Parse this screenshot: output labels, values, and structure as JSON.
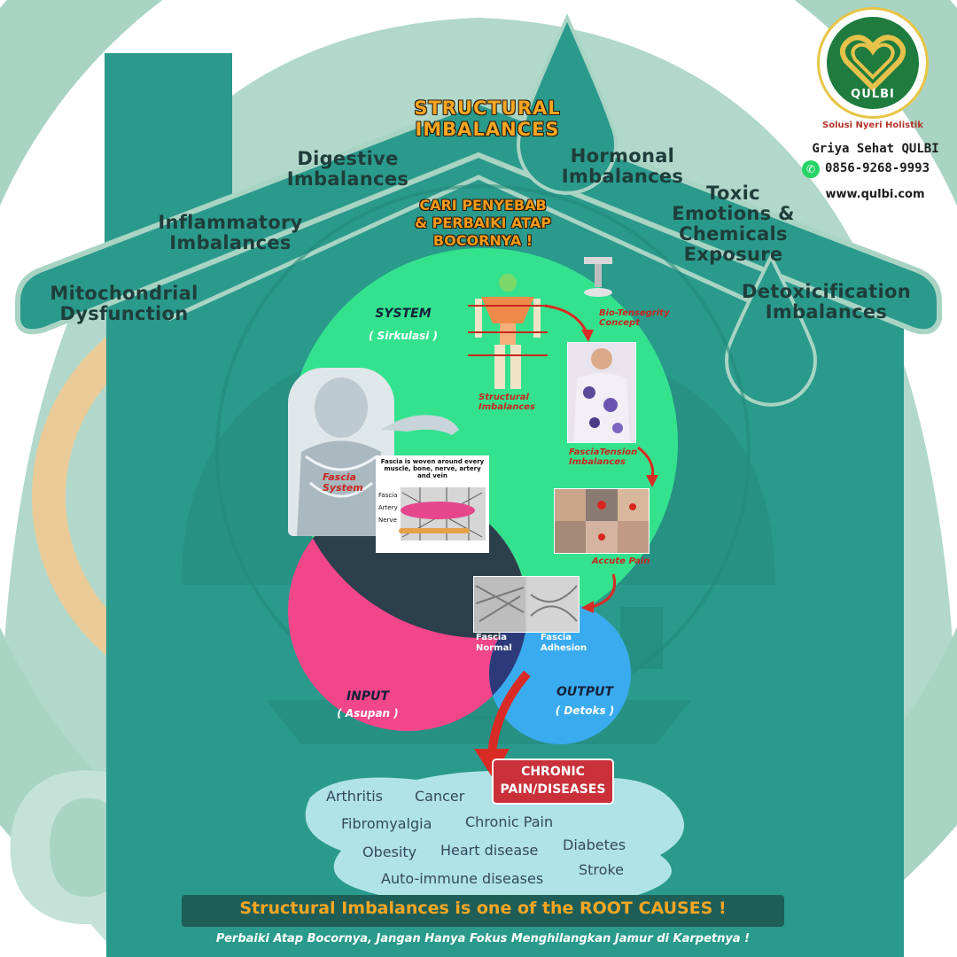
{
  "brand": {
    "name": "QULBI",
    "tagline": "Solusi Nyeri Holistik",
    "clinic": "Griya Sehat QULBI",
    "phone": "0856-9268-9993",
    "website": "www.qulbi.com",
    "icons": {
      "phone": "whatsapp-icon",
      "logo": "heart-logo-icon"
    }
  },
  "roof": {
    "top_title": [
      "STRUCTURAL",
      "IMBALANCES"
    ],
    "subtitle": [
      "CARI PENYEBAB",
      "& PERBAIKI ATAP",
      "BOCORNYA !"
    ],
    "labels": [
      [
        "Mitochondrial",
        "Dysfunction"
      ],
      [
        "Inflammatory",
        "Imbalances"
      ],
      [
        "Digestive",
        "Imbalances"
      ],
      [
        "Hormonal",
        "Imbalances"
      ],
      [
        "Toxic",
        "Emotions &",
        "Chemicals",
        "Exposure"
      ],
      [
        "Detoxicification",
        "Imbalances"
      ]
    ]
  },
  "venn": {
    "system": {
      "title": "SYSTEM",
      "sub": "( Sirkulasi )"
    },
    "input": {
      "title": "INPUT",
      "sub": "( Asupan )"
    },
    "output": {
      "title": "OUTPUT",
      "sub": "( Detoks )"
    }
  },
  "captions": {
    "bio_tensegrity": [
      "Bio-Tensegrity",
      "Concept"
    ],
    "structural": [
      "Structural",
      "Imbalances"
    ],
    "fascia_tension": [
      "FasciaTension",
      "Imbalances"
    ],
    "accute_pain": "Accute Pain",
    "fascia_system": [
      "Fascia",
      "System"
    ],
    "fascia_note": [
      "Fascia is woven around every",
      "muscle, bone, nerve, artery and vein"
    ],
    "fascia_parts": [
      "Fascia",
      "Artery",
      "Nerve"
    ],
    "fascia_normal": [
      "Fascia",
      "Normal"
    ],
    "fascia_adhesion": [
      "Fascia",
      "Adhesion"
    ]
  },
  "chronic": {
    "badge": [
      "CHRONIC",
      "PAIN/DISEASES"
    ],
    "diseases": [
      "Arthritis",
      "Cancer",
      "Fibromyalgia",
      "Chronic Pain",
      "Diabetes",
      "Obesity",
      "Heart disease",
      "Stroke",
      "Auto-immune diseases"
    ]
  },
  "footer": {
    "headline": "Structural Imbalances is one of the ROOT CAUSES !",
    "subline": "Perbaiki Atap Bocornya, Jangan Hanya Fokus Menghilangkan Jamur di Karpetnya !"
  },
  "colors": {
    "teal": "#2a9a8c",
    "light_teal": "#a9d4c4",
    "green_circle": "#34e28e",
    "pink_circle": "#f2468a",
    "blue_circle": "#3aabef",
    "overlap_dark": "#2c3f4c",
    "puddle": "#b7e7ec",
    "orange_text": "#f39a1a",
    "badge_red": "#c9303a"
  }
}
